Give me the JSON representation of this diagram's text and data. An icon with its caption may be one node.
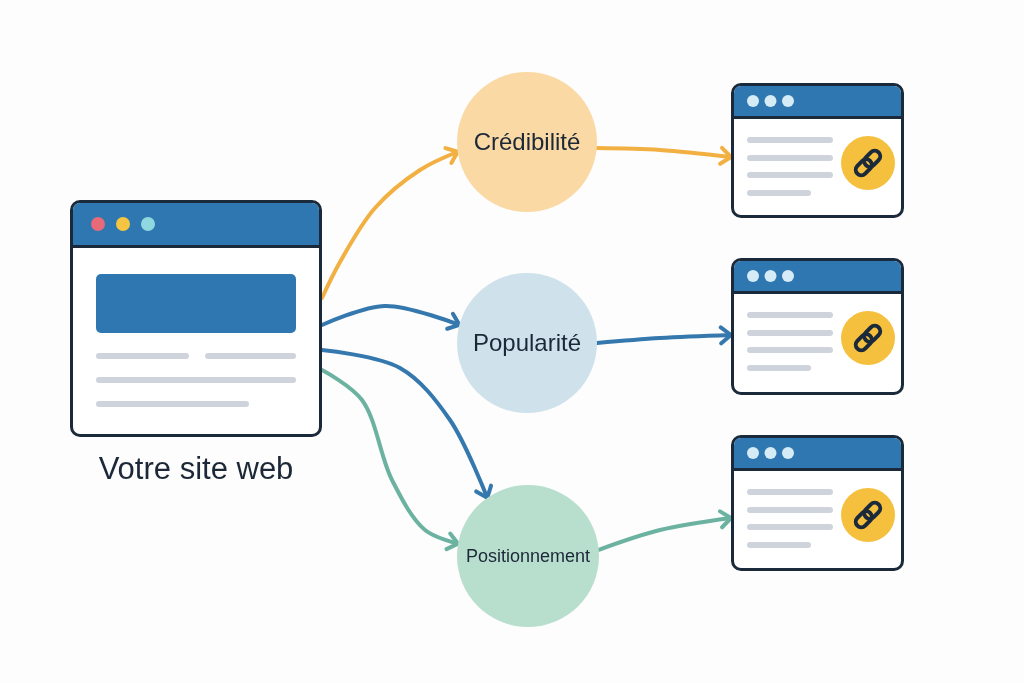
{
  "diagram": {
    "nodes": [
      {
        "text": [],
        "shape": "window",
        "beside": [
          "Votre site web"
        ]
      },
      {
        "text": [
          "Crédibilité"
        ]
      },
      {
        "text": [
          "Popularité"
        ]
      },
      {
        "text": [
          "Positionnement"
        ]
      },
      {
        "text": [],
        "shape": "window"
      },
      {
        "text": [],
        "shape": "window"
      },
      {
        "text": [],
        "shape": "window"
      }
    ],
    "edges": [
      {
        "from": 0,
        "to": 1,
        "arrow": "to",
        "color": "#f2b043"
      },
      {
        "from": 0,
        "to": 2,
        "arrow": "to"
      },
      {
        "from": 0,
        "to": 3,
        "arrow": "to"
      },
      {
        "from": 0,
        "to": 3,
        "arrow": "to",
        "color": "#6bb3a0"
      },
      {
        "from": 1,
        "to": 4,
        "arrow": "to",
        "color": "#f2b043"
      },
      {
        "from": 2,
        "to": 5,
        "arrow": "to"
      },
      {
        "from": 3,
        "to": 6,
        "arrow": "to",
        "color": "#6bb3a0"
      }
    ]
  }
}
